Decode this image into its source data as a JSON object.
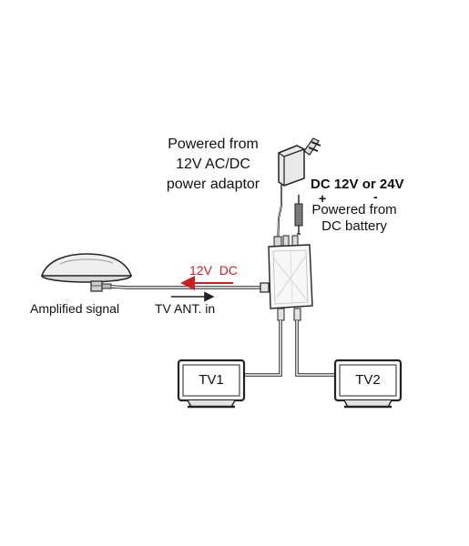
{
  "labels": {
    "adaptor_line1": "Powered from",
    "adaptor_line2": "12V AC/DC",
    "adaptor_line3": "power adaptor",
    "dc_voltage": "DC 12V or 24V",
    "plus": "+",
    "minus": "-",
    "battery_line1": "Powered from",
    "battery_line2": "DC battery",
    "dc_signal": "12V  DC",
    "amplified": "Amplified signal",
    "tv_ant_in": "TV ANT. in",
    "tv1": "TV1",
    "tv2": "TV2"
  },
  "colors": {
    "accent_red": "#cc1f1f",
    "line": "#222222",
    "device_fill": "#f7f7f7"
  },
  "icons": [
    "ufo-antenna-icon",
    "power-adaptor-icon",
    "dc-plug-icon",
    "splitter-box-icon",
    "tv-icon"
  ]
}
